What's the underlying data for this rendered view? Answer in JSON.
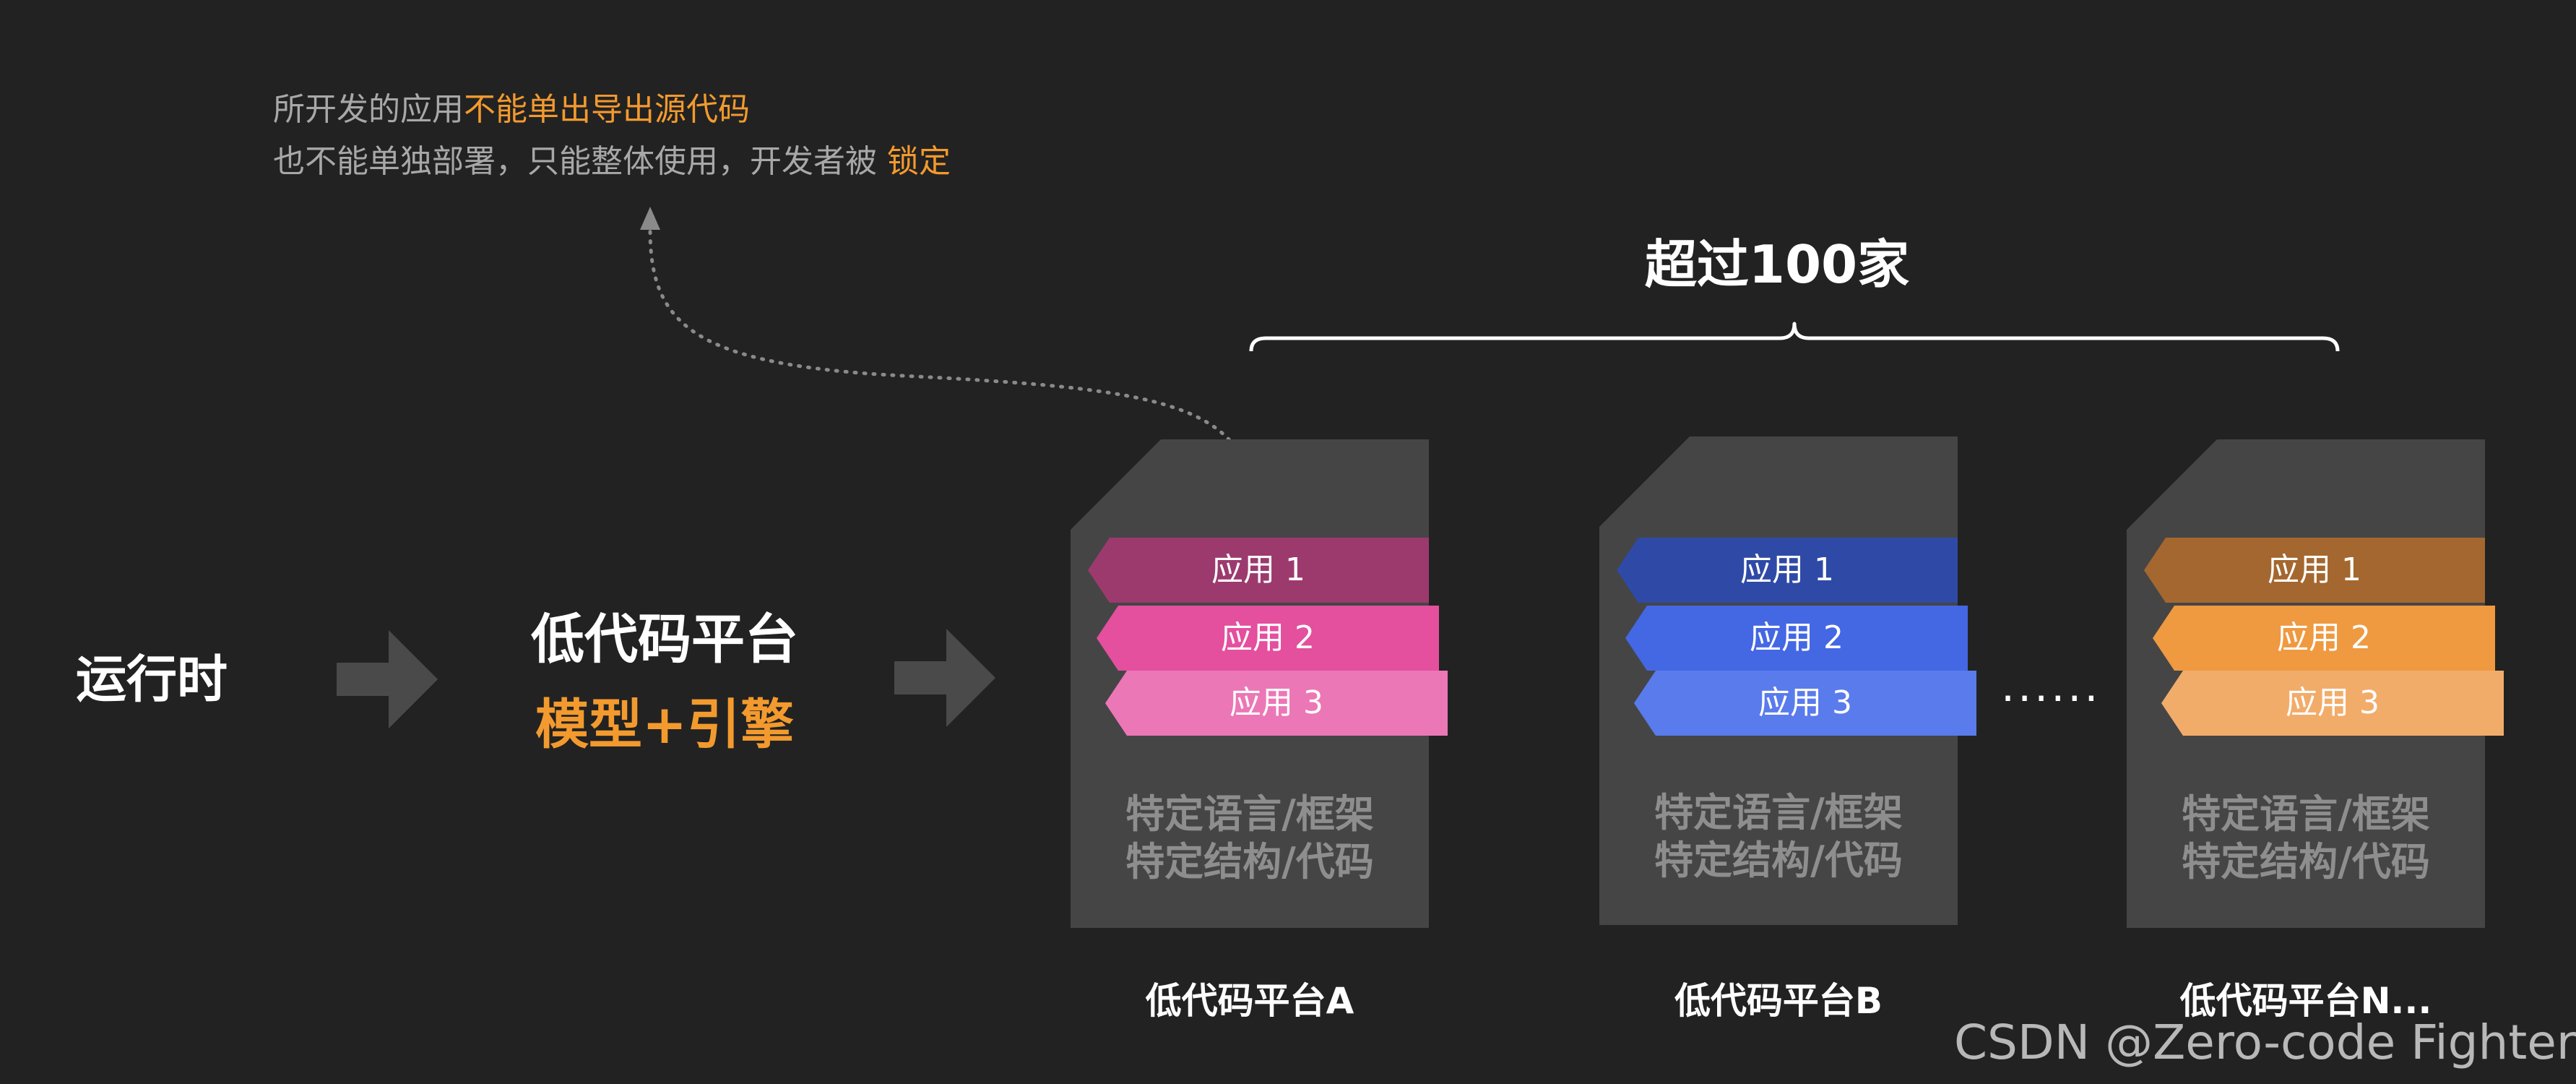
{
  "annotation": {
    "line1_prefix": "所开发的应用",
    "line1_highlight": "不能单出导出源代码",
    "line2_prefix": "也不能单独部署，只能整体使用，开发者被 ",
    "line2_highlight": "锁定"
  },
  "headline": "超过100家",
  "runtime_label": "运行时",
  "lowcode": {
    "title": "低代码平台",
    "subtitle": "模型+引擎"
  },
  "platforms": [
    {
      "label": "低代码平台A",
      "apps": [
        "应用 1",
        "应用 2",
        "应用 3"
      ],
      "colors": [
        "#9c3a6e",
        "#e44f9e",
        "#ec77b6"
      ],
      "desc_line1": "特定语言/框架",
      "desc_line2": "特定结构/代码"
    },
    {
      "label": "低代码平台B",
      "apps": [
        "应用 1",
        "应用 2",
        "应用 3"
      ],
      "colors": [
        "#2f4aa6",
        "#4467e3",
        "#5a7bec"
      ],
      "desc_line1": "特定语言/框架",
      "desc_line2": "特定结构/代码"
    },
    {
      "label": "低代码平台N...",
      "apps": [
        "应用 1",
        "应用 2",
        "应用 3"
      ],
      "colors": [
        "#a4672f",
        "#ef9940",
        "#f2ac6a"
      ],
      "desc_line1": "特定语言/框架",
      "desc_line2": "特定结构/代码"
    }
  ],
  "ellipsis": "......",
  "watermark": "CSDN @Zero-code Fighter",
  "colors": {
    "background": "#222222",
    "highlight": "#f39a2e",
    "card": "#454545"
  }
}
